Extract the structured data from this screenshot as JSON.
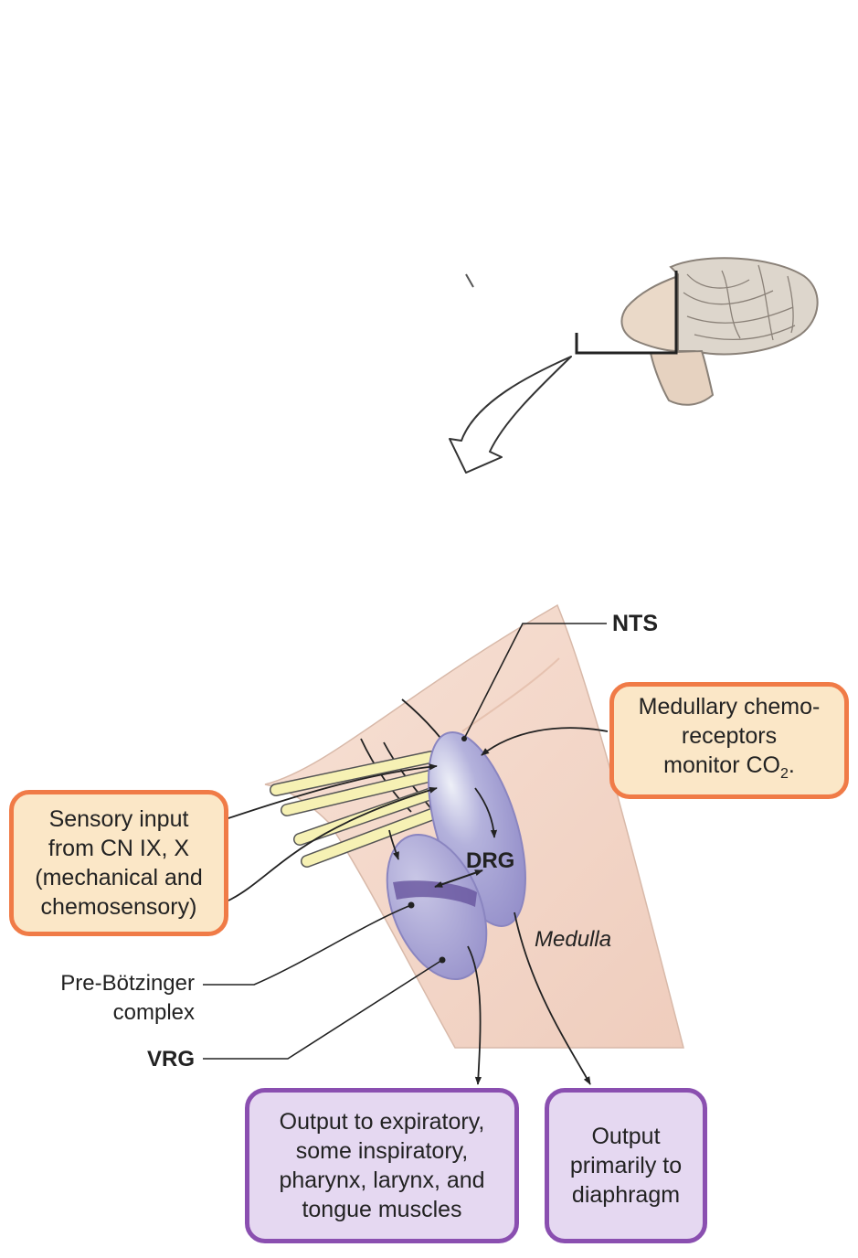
{
  "labels": {
    "nts": "NTS",
    "drg": "DRG",
    "medulla": "Medulla",
    "pre_botzinger_line1": "Pre-Bötzinger",
    "pre_botzinger_line2": "complex",
    "vrg": "VRG"
  },
  "boxes": {
    "sensory_input": [
      "Sensory input",
      "from CN IX, X",
      "(mechanical and",
      "chemosensory)"
    ],
    "chemoreceptors": {
      "line1": "Medullary chemo-",
      "line2": "receptors",
      "line3_prefix": "monitor CO",
      "line3_subscript": "2",
      "line3_suffix": "."
    },
    "vrg_output": [
      "Output to expiratory,",
      "some inspiratory,",
      "pharynx, larynx, and",
      "tongue muscles"
    ],
    "drg_output": [
      "Output",
      "primarily to",
      "diaphragm"
    ]
  },
  "colors": {
    "orange_border": "#f07b47",
    "orange_fill": "#fbe7c7",
    "purple_border": "#8a4fb0",
    "purple_fill": "#e5d8f1",
    "nucleus_fill": "#9d97cf",
    "medulla_fill": "#f3d6c6"
  }
}
